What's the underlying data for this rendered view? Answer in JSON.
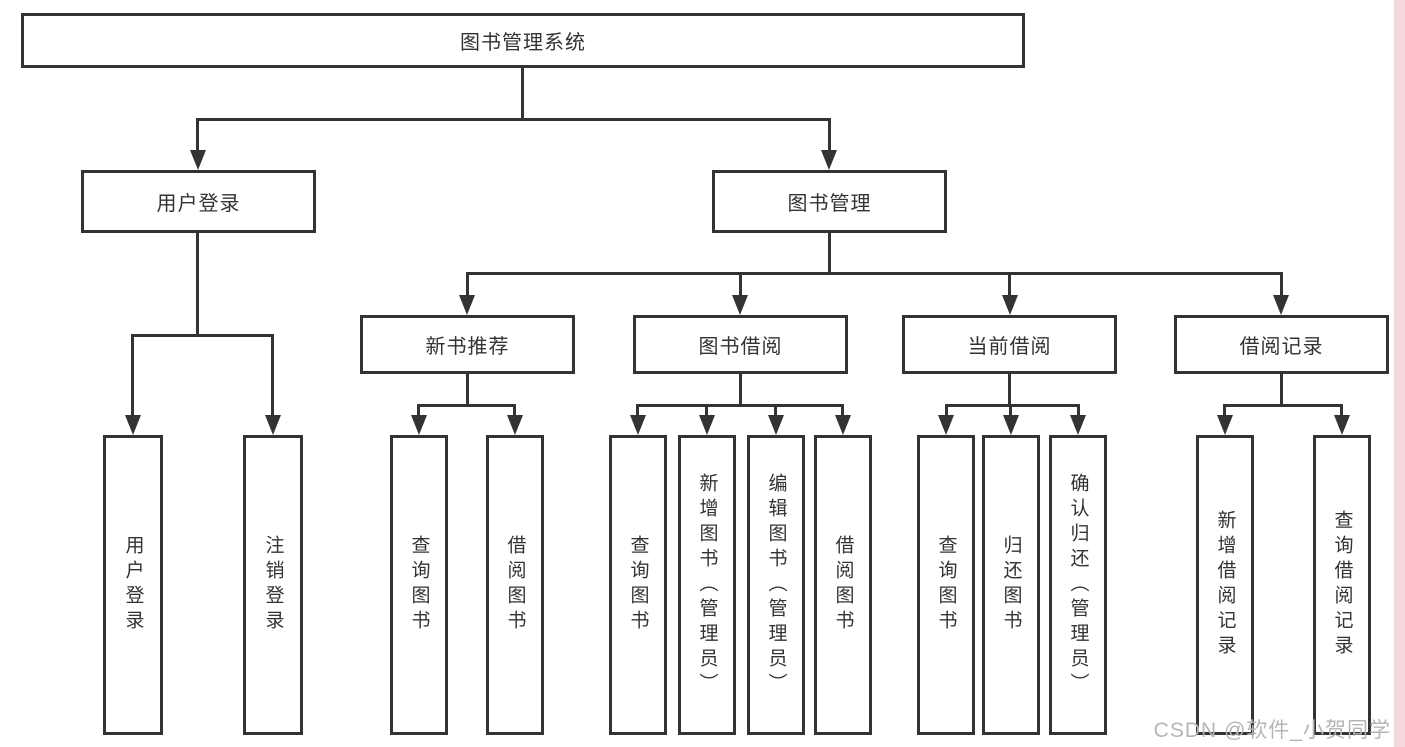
{
  "colors": {
    "line": "#333333",
    "box_background": "#ffffff",
    "text": "#333333",
    "watermark": "#b5b5b5",
    "right_edge_strip": "#f5d8dc"
  },
  "tree": {
    "label": "图书管理系统",
    "children": [
      {
        "label": "用户登录",
        "children": [
          {
            "label": "用户登录"
          },
          {
            "label": "注销登录"
          }
        ]
      },
      {
        "label": "图书管理",
        "children": [
          {
            "label": "新书推荐",
            "children": [
              {
                "label": "查询图书"
              },
              {
                "label": "借阅图书"
              }
            ]
          },
          {
            "label": "图书借阅",
            "children": [
              {
                "label": "查询图书"
              },
              {
                "label": "新增图书（管理员）"
              },
              {
                "label": "编辑图书（管理员）"
              },
              {
                "label": "借阅图书"
              }
            ]
          },
          {
            "label": "当前借阅",
            "children": [
              {
                "label": "查询图书"
              },
              {
                "label": "归还图书"
              },
              {
                "label": "确认归还（管理员）"
              }
            ]
          },
          {
            "label": "借阅记录",
            "children": [
              {
                "label": "新增借阅记录"
              },
              {
                "label": "查询借阅记录"
              }
            ]
          }
        ]
      }
    ]
  },
  "watermark": {
    "text": "CSDN @软件_小贺同学"
  }
}
